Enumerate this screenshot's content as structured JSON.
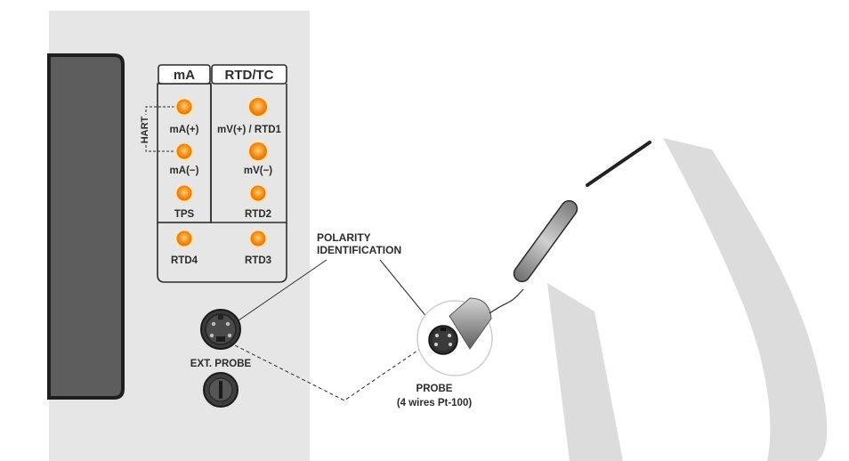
{
  "panel": {
    "groups": {
      "ma_header": "mA",
      "rtd_tc_header": "RTD/TC",
      "hart_label": "HART"
    },
    "terminals": {
      "ma_plus": "mA(+)",
      "ma_minus": "mA(−)",
      "tps": "TPS",
      "mv_plus_rtd1": "mV(+) / RTD1",
      "mv_minus": "mV(−)",
      "rtd2": "RTD2",
      "rtd4": "RTD4",
      "rtd3": "RTD3"
    },
    "ext_probe_label": "EXT. PROBE"
  },
  "callouts": {
    "polarity_line1": "POLARITY",
    "polarity_line2": "IDENTIFICATION",
    "probe_line1": "PROBE",
    "probe_line2": "(4 wires Pt-100)"
  },
  "colors": {
    "panel_bg": "#e6e6e6",
    "border": "#2c2c2c",
    "terminal_orange": "#f7931d",
    "terminal_ring": "#fde3c2",
    "watermark": "#dcdcdc",
    "screen": "#5d5d5d"
  }
}
